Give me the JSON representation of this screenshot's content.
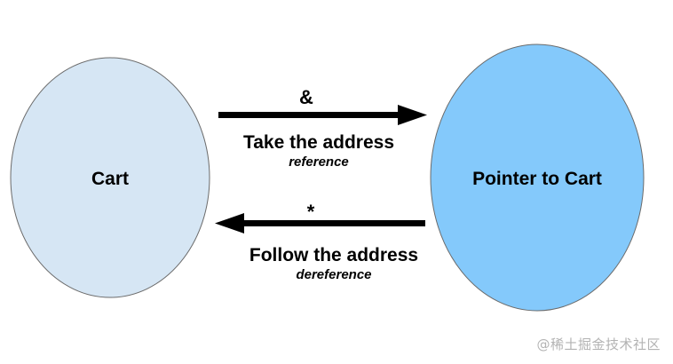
{
  "colors": {
    "cart_fill": "#d6e6f4",
    "pointer_fill": "#84c9fb",
    "outline": "#6b6b6b",
    "arrow": "#000000",
    "watermark": "#b3b3b3"
  },
  "nodes": {
    "cart": {
      "label": "Cart"
    },
    "pointer": {
      "label": "Pointer to Cart"
    }
  },
  "arrows": {
    "reference": {
      "symbol": "&",
      "caption": "Take the address",
      "subcaption": "reference",
      "direction": "right"
    },
    "dereference": {
      "symbol": "*",
      "caption": "Follow the address",
      "subcaption": "dereference",
      "direction": "left"
    }
  },
  "watermark": "@稀土掘金技术社区"
}
